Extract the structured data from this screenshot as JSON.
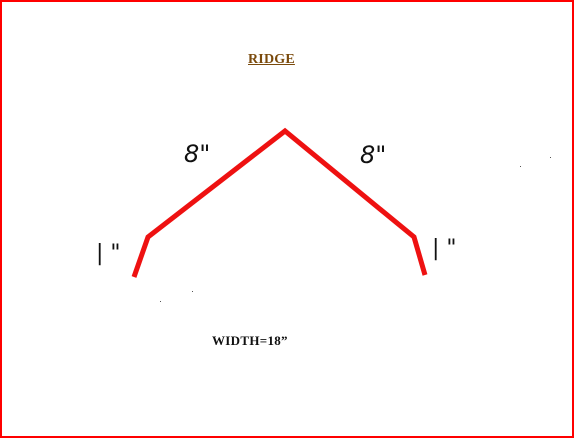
{
  "title": "RIDGE",
  "dimensions": {
    "left_slope": "8\"",
    "right_slope": "8\"",
    "left_hem": "| \"",
    "right_hem": "| \""
  },
  "width_label": "WIDTH=18”",
  "colors": {
    "border": "#ff0000",
    "profile_line": "#ee1111",
    "title": "#7a4a0c",
    "text": "#111111"
  }
}
